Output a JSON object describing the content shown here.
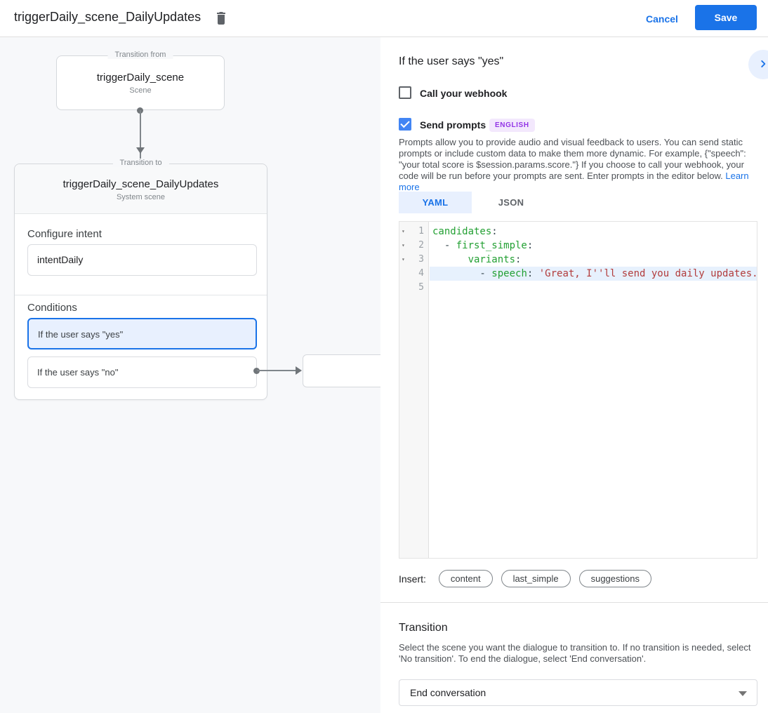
{
  "topbar": {
    "title": "triggerDaily_scene_DailyUpdates",
    "cancel_label": "Cancel",
    "save_label": "Save"
  },
  "flow": {
    "from_box": {
      "legend": "Transition from",
      "title": "triggerDaily_scene",
      "subtitle": "Scene"
    },
    "to_box": {
      "legend": "Transition to",
      "title": "triggerDaily_scene_DailyUpdates",
      "subtitle": "System scene"
    },
    "intent": {
      "heading": "Configure intent",
      "value": "intentDaily"
    },
    "conditions": {
      "heading": "Conditions",
      "items": [
        {
          "label": "If the user says \"yes\"",
          "selected": true
        },
        {
          "label": "If the user says \"no\"",
          "selected": false
        }
      ]
    }
  },
  "panel": {
    "heading": "If the user says \"yes\"",
    "webhook_checkbox": {
      "label": "Call your webhook",
      "checked": false
    },
    "prompts_checkbox": {
      "label": "Send prompts",
      "checked": true,
      "badge": "ENGLISH"
    },
    "description": "Prompts allow you to provide audio and visual feedback to users. You can send static prompts or include custom data to make them more dynamic. For example, {\"speech\": \"your total score is $session.params.score.\"} If you choose to call your webhook, your code will be run before your prompts are sent. Enter prompts in the editor below. ",
    "learn_more_label": "Learn more",
    "tabs": [
      {
        "label": "YAML",
        "active": true
      },
      {
        "label": "JSON",
        "active": false
      }
    ],
    "editor": {
      "fold_glyph": "▾",
      "lines": [
        {
          "num": "1",
          "pre": "",
          "key": "candidates",
          "sep": ":",
          "str": "",
          "fold": true,
          "active": false
        },
        {
          "num": "2",
          "pre": "  - ",
          "key": "first_simple",
          "sep": ":",
          "str": "",
          "fold": true,
          "active": false
        },
        {
          "num": "3",
          "pre": "      ",
          "key": "variants",
          "sep": ":",
          "str": "",
          "fold": true,
          "active": false
        },
        {
          "num": "4",
          "pre": "        - ",
          "key": "speech",
          "sep": ": ",
          "str": "'Great, I''ll send you daily updates.",
          "fold": false,
          "active": true
        },
        {
          "num": "5",
          "pre": "",
          "key": "",
          "sep": "",
          "str": "",
          "fold": false,
          "active": false
        }
      ]
    },
    "insert": {
      "label": "Insert:",
      "chips": [
        "content",
        "last_simple",
        "suggestions"
      ]
    },
    "transition": {
      "heading": "Transition",
      "description": "Select the scene you want the dialogue to transition to. If no transition is needed, select 'No transition'. To end the dialogue, select 'End conversation'.",
      "select_value": "End conversation"
    }
  },
  "colors": {
    "accent_blue": "#1a73e8",
    "checkbox_blue": "#4285f4",
    "selected_condition_bg": "#e8f0fe",
    "badge_bg": "#f3e8fd",
    "badge_text": "#9334e6",
    "code_key_green": "#23a033",
    "code_string_red": "#b23c3c",
    "active_line_bg": "#e7f1fd",
    "flow_panel_bg": "#f7f8fa"
  }
}
